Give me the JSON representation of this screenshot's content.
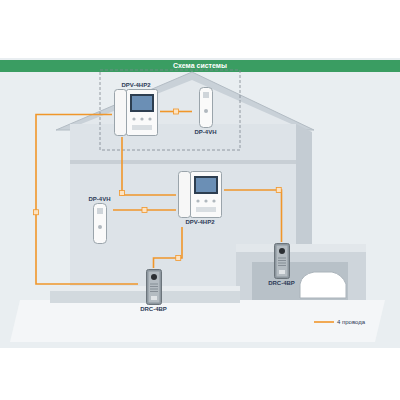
{
  "diagram": {
    "title": "Схема системы",
    "nodes": [
      {
        "text": [
          "DPV-4HP2"
        ]
      },
      {
        "text": [
          "DP-4VH"
        ]
      },
      {
        "text": [
          "DPV-4HP2"
        ]
      },
      {
        "text": [
          "DP-4VH"
        ]
      },
      {
        "text": [
          "DRC-4BP"
        ]
      },
      {
        "text": [
          "DRC-4BP"
        ]
      }
    ],
    "edges": [
      {
        "from": 0,
        "to": 1,
        "arrow": "none"
      },
      {
        "from": 0,
        "to": 2,
        "arrow": "none"
      },
      {
        "from": 0,
        "to": 5,
        "arrow": "none"
      },
      {
        "from": 2,
        "to": 3,
        "arrow": "none"
      },
      {
        "from": 2,
        "to": 5,
        "arrow": "none"
      },
      {
        "from": 2,
        "to": 4,
        "arrow": "none"
      }
    ],
    "legend": [
      {
        "text": "4 провода"
      }
    ]
  }
}
